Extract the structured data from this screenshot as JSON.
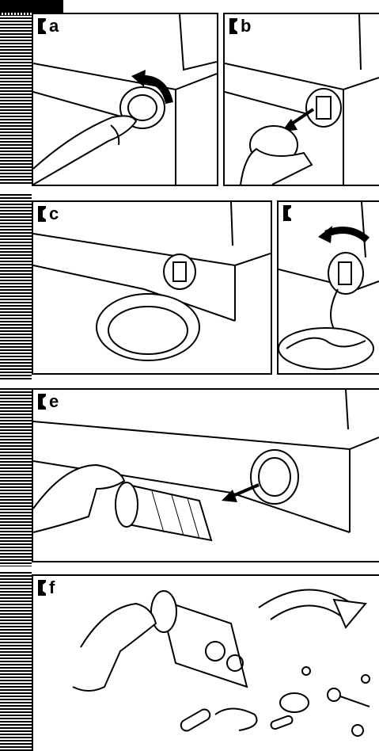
{
  "steps": {
    "a": {
      "label": "a"
    },
    "b": {
      "label": "b"
    },
    "c": {
      "label": "c"
    },
    "d": {
      "label": ""
    },
    "e": {
      "label": "e"
    },
    "f": {
      "label": "f"
    }
  }
}
